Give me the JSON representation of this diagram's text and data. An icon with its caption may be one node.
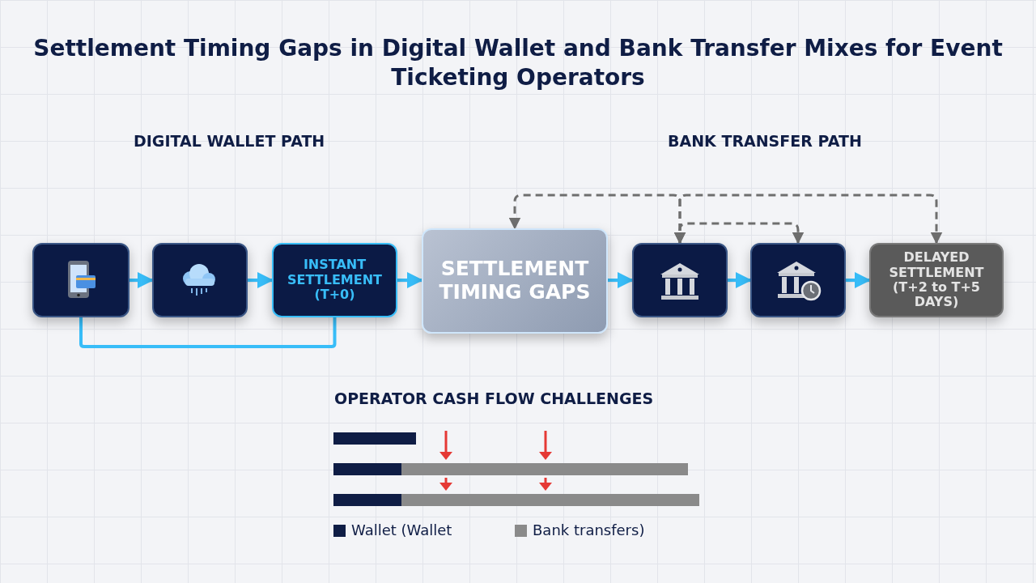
{
  "diagram": {
    "title": "Settlement Timing Gaps in Digital Wallet and Bank Transfer Mixes for Event Ticketing Operators",
    "nodes": [
      {
        "text": [],
        "shape": "box"
      },
      {
        "text": [],
        "shape": "box"
      },
      {
        "text": [
          "INSTANT SETTLEMENT (T+0)"
        ]
      },
      {
        "text": [
          "SETTLEMENT TIMING GAPS"
        ]
      },
      {
        "text": [],
        "shape": "box"
      },
      {
        "text": [],
        "shape": "box"
      },
      {
        "text": [
          "DELAYED SETTLEMENT (T+2 to T+5 DAYS)"
        ]
      }
    ],
    "edges": [
      {
        "from": 0,
        "to": 1,
        "arrow": "to"
      },
      {
        "from": 1,
        "to": 2,
        "arrow": "to"
      },
      {
        "from": 2,
        "to": 3,
        "arrow": "to"
      },
      {
        "from": 3,
        "to": 4,
        "arrow": "to"
      },
      {
        "from": 4,
        "to": 5,
        "arrow": "to"
      },
      {
        "from": 5,
        "to": 6,
        "arrow": "to"
      },
      {
        "from": 0,
        "to": 2,
        "arrow": "none"
      },
      {
        "from": 4,
        "to": 3,
        "arrow": "both",
        "style": "dashed",
        "color": "#6e6e6e"
      },
      {
        "from": 4,
        "to": 6,
        "arrow": "both",
        "style": "dashed",
        "color": "#6e6e6e"
      },
      {
        "from": 4,
        "to": 5,
        "arrow": "to",
        "style": "dashed",
        "color": "#6e6e6e"
      }
    ],
    "labels": [
      "DIGITAL WALLET PATH",
      "BANK TRANSFER PATH",
      "OPERATOR CASH FLOW CHALLENGES"
    ],
    "legend": [
      {
        "text": "Wallet (Wallet",
        "color": "#0f1d45"
      },
      {
        "text": "Bank transfers)",
        "color": "#8a8a8a"
      }
    ]
  }
}
